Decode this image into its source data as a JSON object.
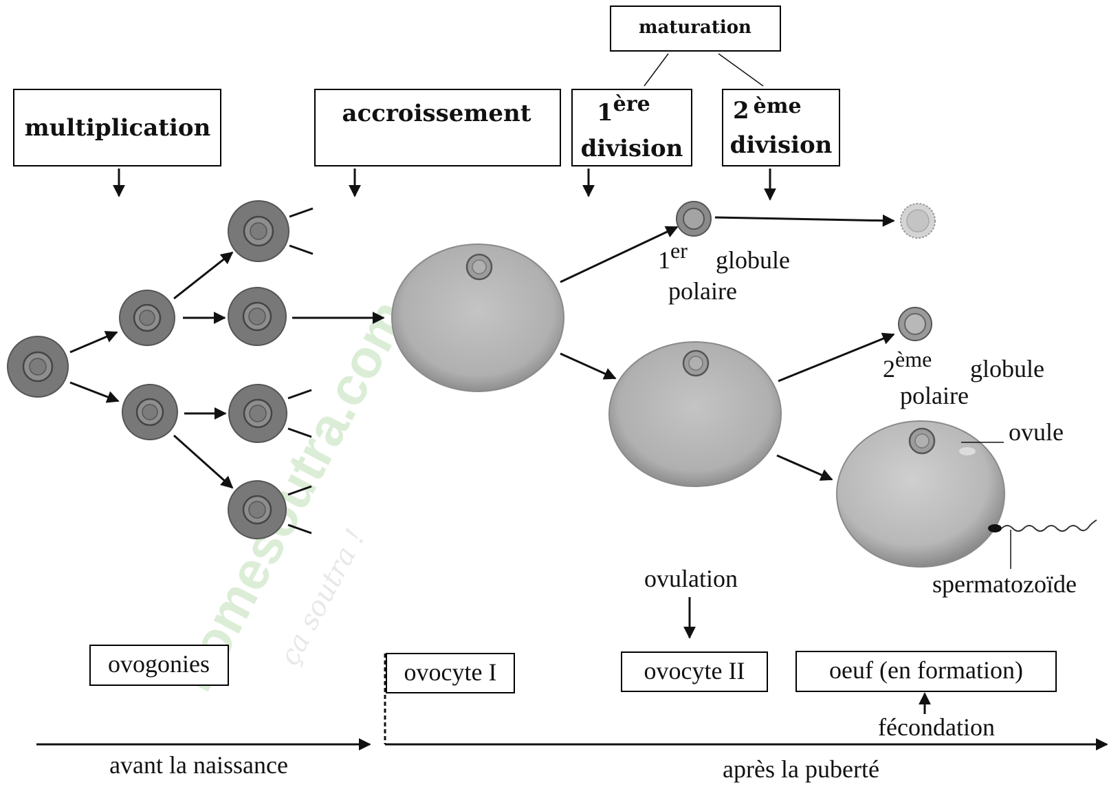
{
  "phases": {
    "maturation": "maturation",
    "multiplication": "multiplication",
    "accroissement": "accroissement",
    "first_division_num": "1",
    "first_division_sup": "ère",
    "first_division_word": "division",
    "second_division_num": "2",
    "second_division_sup": "ème",
    "second_division_word": "division"
  },
  "labels": {
    "first_polar_num": "1",
    "first_polar_sup": "er",
    "first_polar_word1": "globule",
    "first_polar_word2": "polaire",
    "second_polar_num": "2",
    "second_polar_sup": "ème",
    "second_polar_word1": "globule",
    "second_polar_word2": "polaire",
    "ovule": "ovule",
    "spermatozoide": "spermatozoïde",
    "ovulation": "ovulation",
    "fecondation": "fécondation"
  },
  "stages": {
    "ovogonies": "ovogonies",
    "ovocyte1": "ovocyte I",
    "ovocyte2": "ovocyte II",
    "oeuf": "oeuf (en formation)"
  },
  "timeline": {
    "before": "avant la naissance",
    "after": "après la puberté"
  },
  "watermark": {
    "brand": "Fomesoutra.com",
    "tagline": "ça soutra !"
  },
  "colors": {
    "cell_small": "#7a7a7a",
    "cell_small_ring": "#5a5a5a",
    "cell_large": "#b4b4b4",
    "cell_large_edge": "#8c8c8c",
    "nucleus": "#9a9a9a",
    "watermark": "#cfe6c8"
  }
}
